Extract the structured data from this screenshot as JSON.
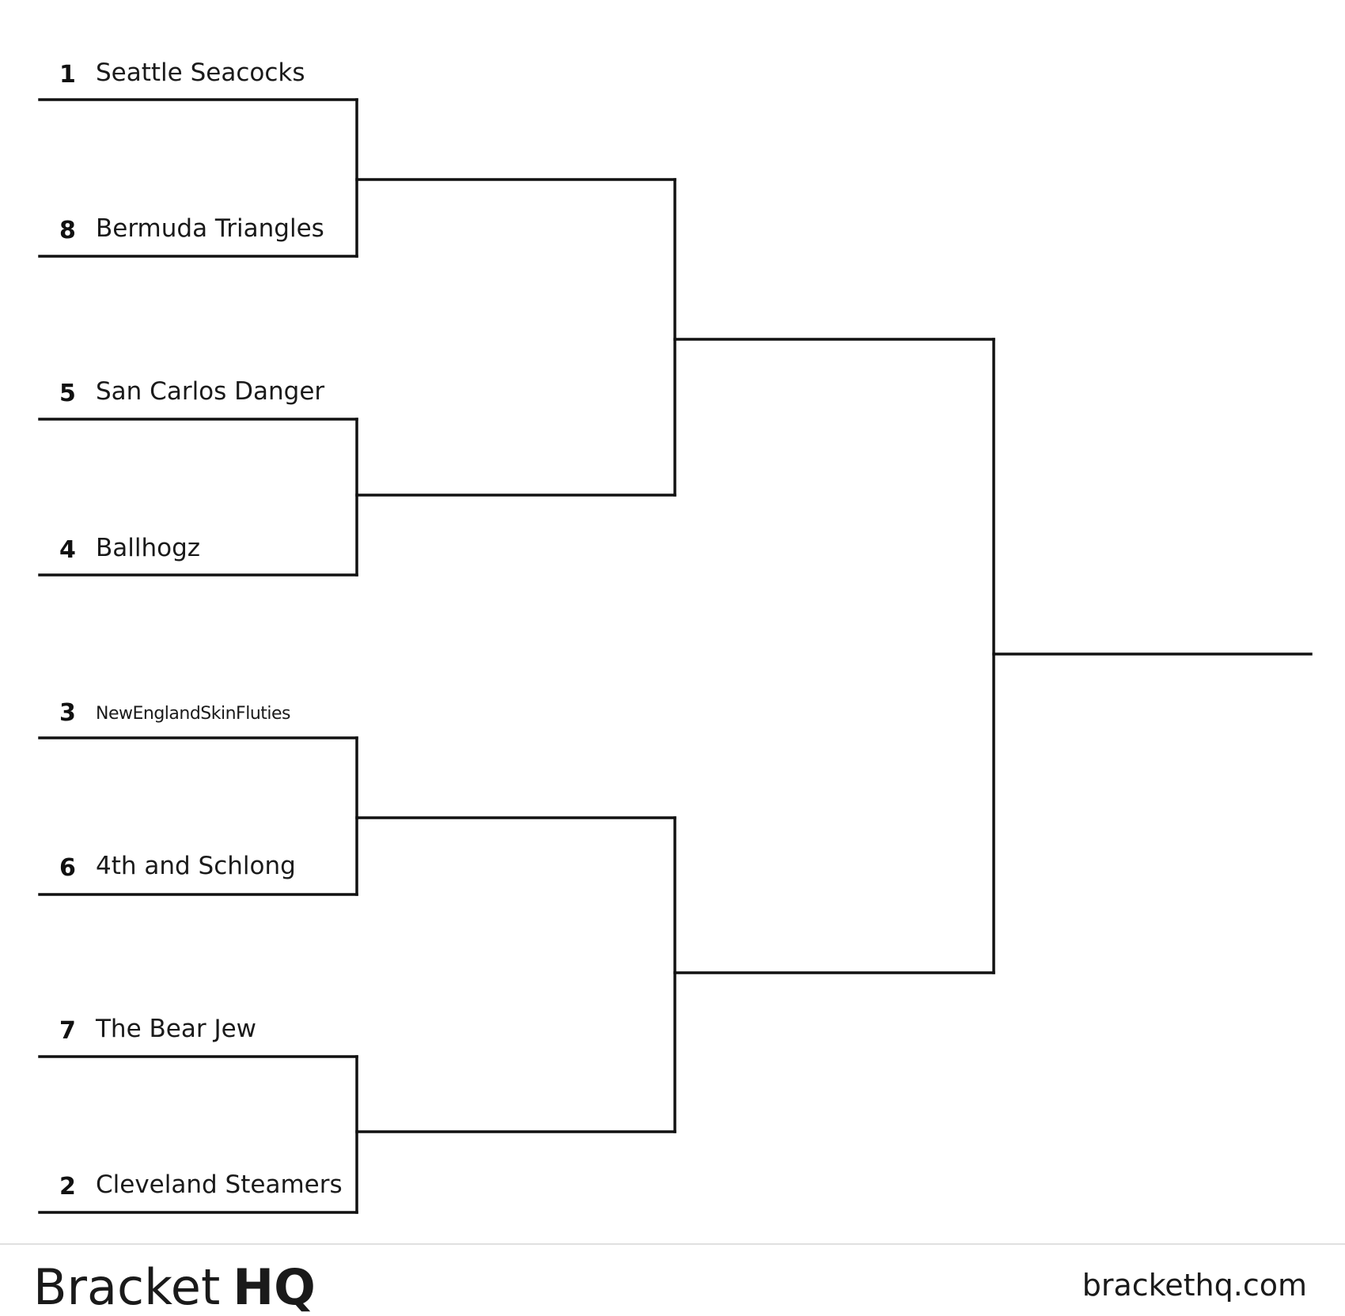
{
  "bracket": {
    "round1": [
      {
        "seed": "1",
        "name": "Seattle Seacocks"
      },
      {
        "seed": "8",
        "name": "Bermuda Triangles"
      },
      {
        "seed": "5",
        "name": "San Carlos Danger"
      },
      {
        "seed": "4",
        "name": "Ballhogz"
      },
      {
        "seed": "3",
        "name": "NewEnglandSkinFluties"
      },
      {
        "seed": "6",
        "name": "4th and Schlong"
      },
      {
        "seed": "7",
        "name": "The Bear Jew"
      },
      {
        "seed": "2",
        "name": "Cleveland Steamers"
      }
    ]
  },
  "footer": {
    "brand_light": "Bracket",
    "brand_bold": "HQ",
    "site": "brackethq.com"
  }
}
